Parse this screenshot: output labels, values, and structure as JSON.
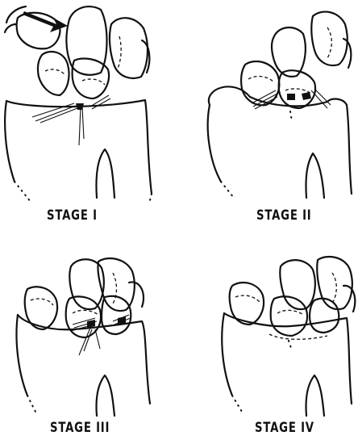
{
  "stages": [
    {
      "id": "stage-1",
      "label": "STAGE I"
    },
    {
      "id": "stage-2",
      "label": "STAGE II"
    },
    {
      "id": "stage-3",
      "label": "STAGE III"
    },
    {
      "id": "stage-4",
      "label": "STAGE IV"
    }
  ]
}
